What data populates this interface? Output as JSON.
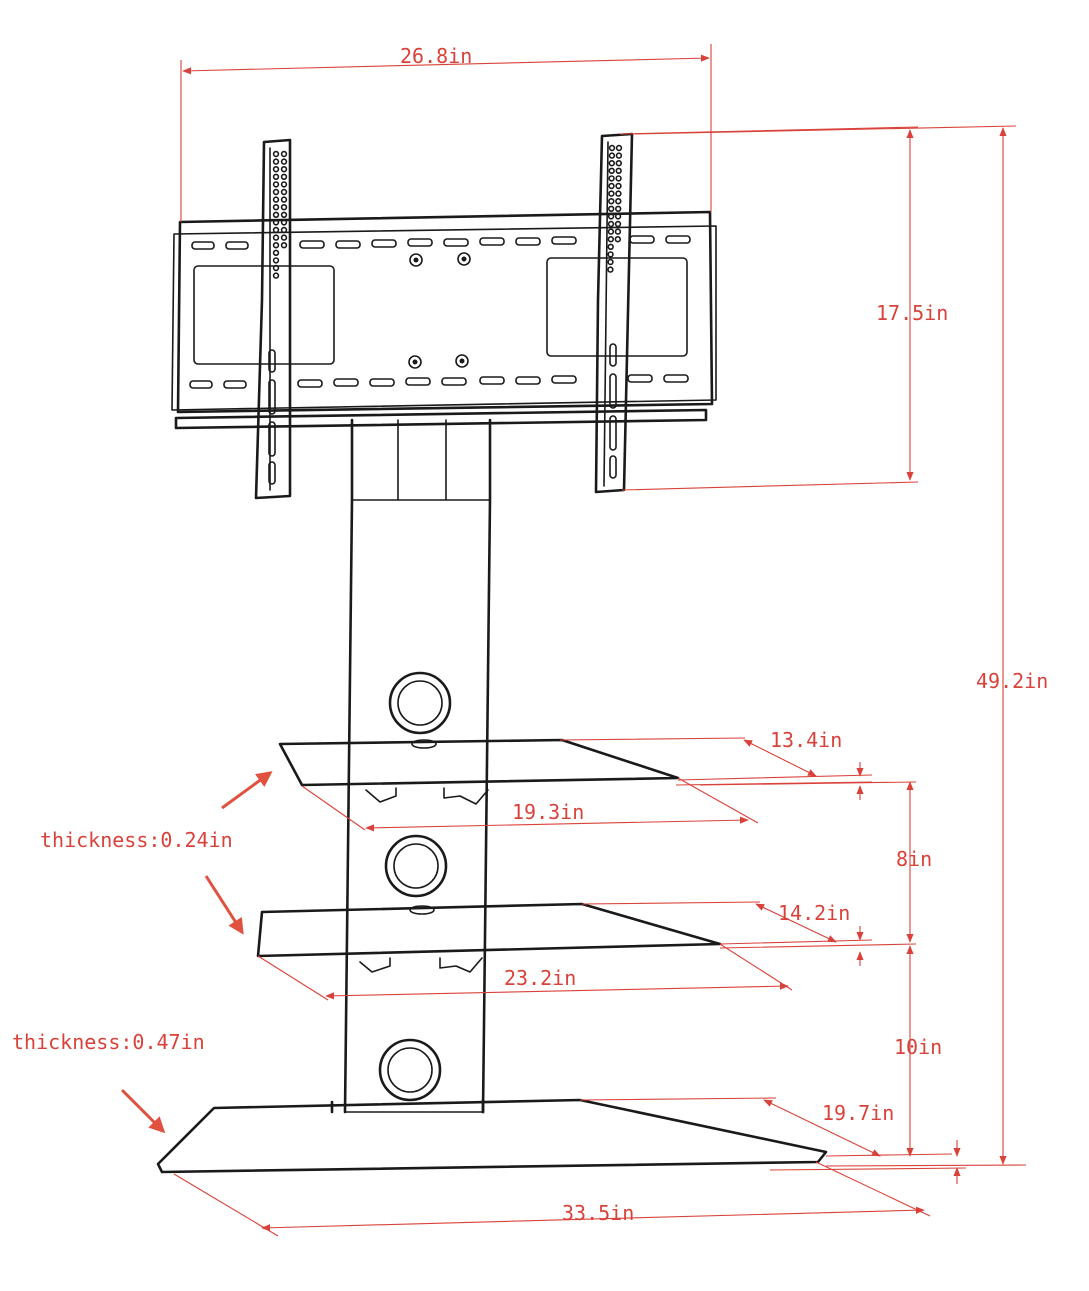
{
  "colors": {
    "dimension": "#d9423a",
    "line_art": "#1a1a1a",
    "background": "#ffffff"
  },
  "dimensions": {
    "overall_width": "26.8in",
    "bracket_height": "17.5in",
    "overall_height": "49.2in",
    "top_shelf_depth": "13.4in",
    "top_shelf_width": "19.3in",
    "top_shelf_gap": "8in",
    "middle_shelf_depth": "14.2in",
    "middle_shelf_width": "23.2in",
    "middle_shelf_gap": "10in",
    "base_depth": "19.7in",
    "base_width": "33.5in"
  },
  "notes": {
    "glass_thickness": "thickness:0.24in",
    "base_thickness": "thickness:0.47in"
  }
}
